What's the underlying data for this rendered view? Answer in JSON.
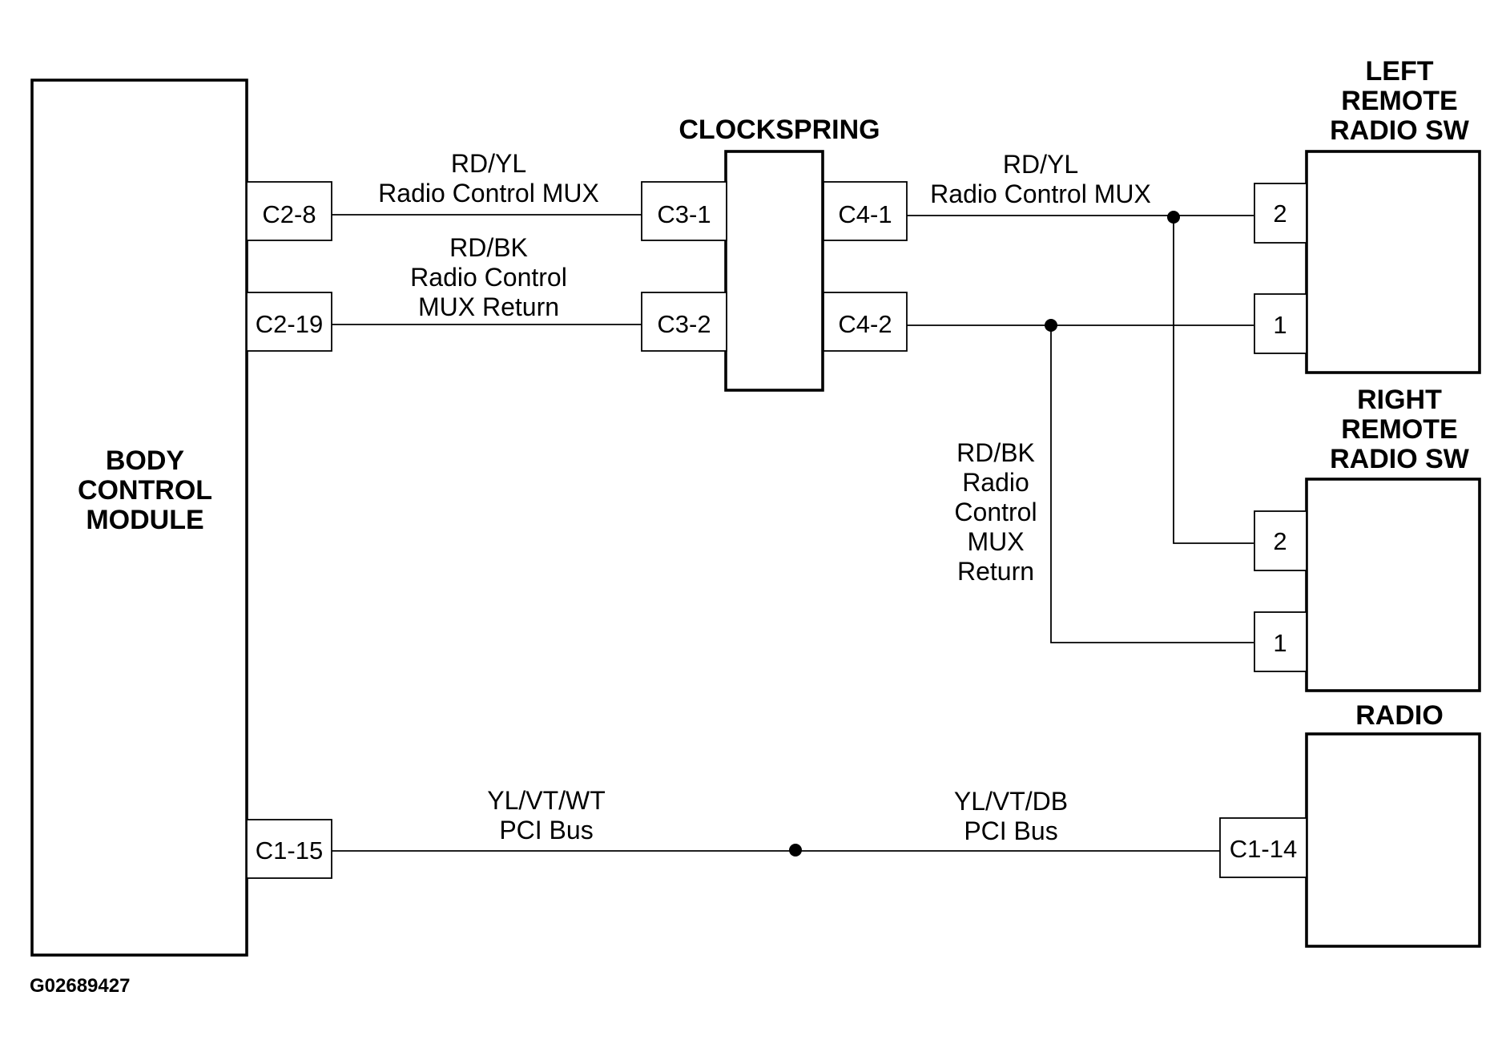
{
  "components": {
    "bcm": "BODY\nCONTROL\nMODULE",
    "clockspring": "CLOCKSPRING",
    "left_sw": "LEFT\nREMOTE\nRADIO SW",
    "right_sw": "RIGHT\nREMOTE\nRADIO SW",
    "radio": "RADIO"
  },
  "connectors": {
    "bcm_c2_8": "C2-8",
    "bcm_c2_19": "C2-19",
    "bcm_c1_15": "C1-15",
    "cs_c3_1": "C3-1",
    "cs_c3_2": "C3-2",
    "cs_c4_1": "C4-1",
    "cs_c4_2": "C4-2",
    "left_pin2": "2",
    "left_pin1": "1",
    "right_pin2": "2",
    "right_pin1": "1",
    "radio_c1_14": "C1-14"
  },
  "wires": {
    "w1": "RD/YL\nRadio Control MUX",
    "w2": "RD/BK\nRadio Control\nMUX Return",
    "w3": "RD/YL\nRadio Control MUX",
    "w4": "RD/BK\nRadio\nControl\nMUX\nReturn",
    "w5": "YL/VT/WT\nPCI Bus",
    "w6": "YL/VT/DB\nPCI Bus"
  },
  "figure_id": "G02689427"
}
